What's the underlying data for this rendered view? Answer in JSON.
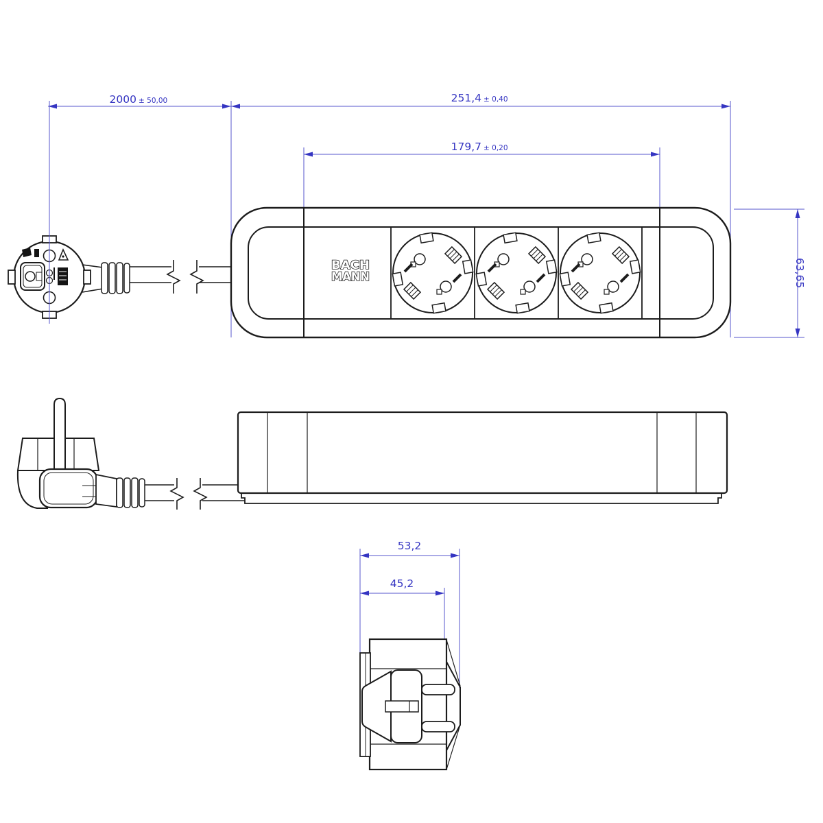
{
  "drawing": {
    "brand_logo": {
      "line1": "BACH",
      "line2": "MANN"
    },
    "dimensions": {
      "cable_length": {
        "value": "2000",
        "tolerance": "± 50,00"
      },
      "overall_length": {
        "value": "251,4",
        "tolerance": "± 0,40"
      },
      "socket_field_length": {
        "value": "179,7",
        "tolerance": "± 0,20"
      },
      "body_height": {
        "value": "63,65",
        "tolerance": ""
      },
      "end_width_outer": {
        "value": "53,2",
        "tolerance": ""
      },
      "end_width_body": {
        "value": "45,2",
        "tolerance": ""
      }
    },
    "colors": {
      "dimension_blue": "#3535c2",
      "line_black": "#1c1c1c",
      "background": "#ffffff"
    },
    "views": {
      "count": 3,
      "sockets_per_strip": 3
    }
  }
}
